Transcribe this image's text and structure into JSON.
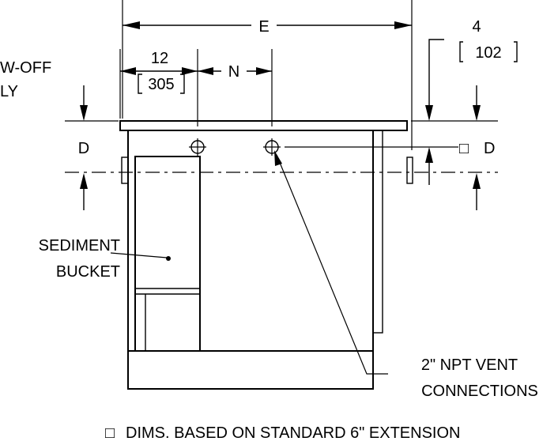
{
  "labels": {
    "E": "E",
    "N": "N",
    "D_left": "D",
    "D_right": "D",
    "dim_12": "12",
    "dim_305": "305",
    "dim_4": "4",
    "dim_102": "102",
    "blowoff_line1": "W-OFF",
    "blowoff_line2": "LY",
    "sediment_line1": "SEDIMENT",
    "sediment_line2": "BUCKET",
    "vent_line1": "2\" NPT VENT",
    "vent_line2": "CONNECTIONS",
    "note": "DIMS. BASED ON STANDARD 6\" EXTENSION"
  },
  "symbols": {
    "square": "□"
  }
}
